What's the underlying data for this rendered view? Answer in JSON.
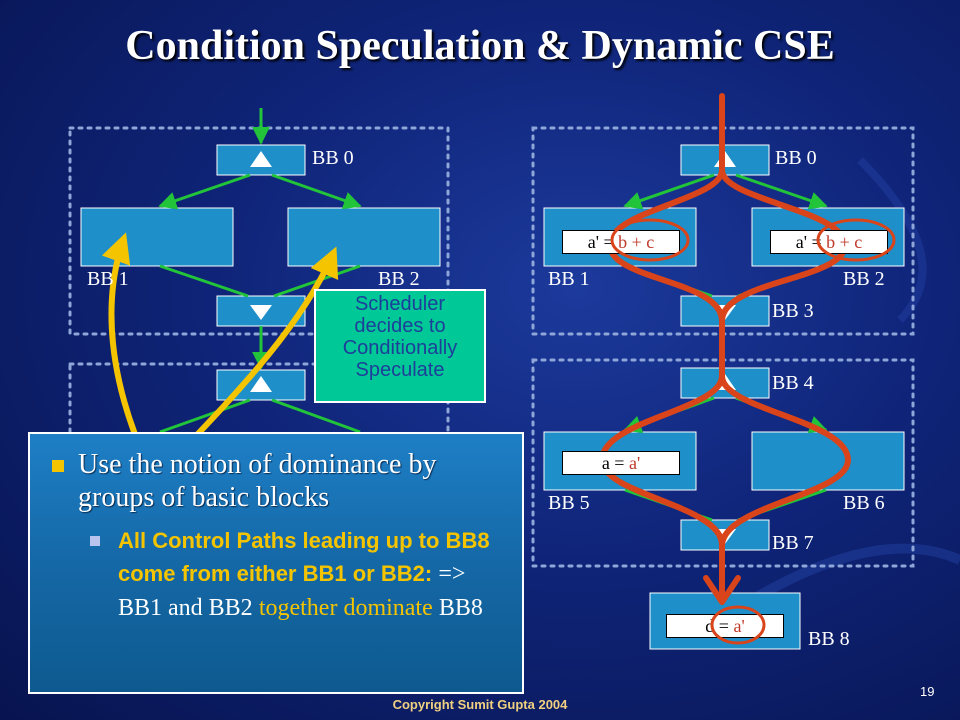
{
  "title": "Condition Speculation & Dynamic CSE",
  "left_diagram": {
    "labels": {
      "bb0": "BB 0",
      "bb1": "BB 1",
      "bb2": "BB 2"
    }
  },
  "right_diagram": {
    "labels": {
      "bb0": "BB 0",
      "bb1": "BB 1",
      "bb2": "BB 2",
      "bb3": "BB 3",
      "bb4": "BB 4",
      "bb5": "BB 5",
      "bb6": "BB 6",
      "bb7": "BB 7",
      "bb8": "BB 8"
    },
    "code_bb1": {
      "pre": "a' = ",
      "hl": "b + c"
    },
    "code_bb2": {
      "pre": "a' = ",
      "hl": "b + c"
    },
    "code_bb5": {
      "pre": "a = ",
      "hl": "a'"
    },
    "code_bb8": {
      "pre": "d = ",
      "hl": "a'"
    }
  },
  "note": {
    "line1": "Scheduler",
    "line2": "decides to",
    "line3": "Conditionally",
    "line4": "Speculate"
  },
  "bullets": {
    "main": "Use the notion of dominance by groups of basic blocks",
    "sub_part1": "All Control Paths leading up to BB8 come from either BB1 or BB2:",
    "sub_part2": "=> BB1 and BB2",
    "sub_part3": "together dominate",
    "sub_part4": "BB8"
  },
  "footer": "Copyright Sumit Gupta 2004",
  "page_number": "19",
  "colors": {
    "block": "#1e8fc8",
    "edge": "#22c53a",
    "speculation": "#d9441a",
    "highlight": "#f5c400",
    "note": "#00c896"
  }
}
